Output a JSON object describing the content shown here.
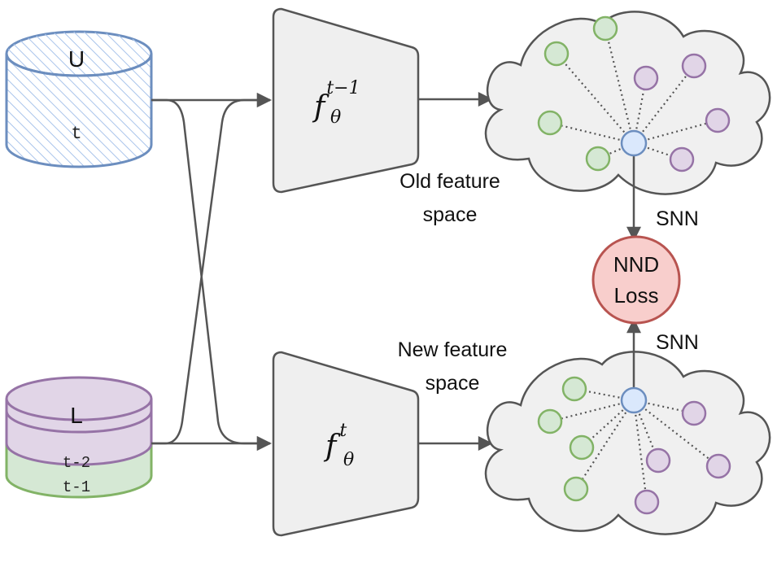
{
  "colors": {
    "stroke_dark": "#555555",
    "box_fill": "#efefef",
    "cloud_fill": "#f0f0f0",
    "db_u_stroke": "#6c8ebf",
    "db_u_hatch": "#a9c4eb",
    "db_l_fill": "#e1d5e7",
    "db_l_stroke": "#9673a6",
    "db_l2_fill": "#d5e8d4",
    "db_l2_stroke": "#82b366",
    "green_node_fill": "#d5e8d4",
    "green_node_stroke": "#82b366",
    "purple_node_fill": "#e1d5e7",
    "purple_node_stroke": "#9673a6",
    "center_node_fill": "#dae8fc",
    "center_node_stroke": "#6c8ebf",
    "loss_fill": "#f8cecc",
    "loss_stroke": "#b85450"
  },
  "database_u": {
    "label": "U",
    "sublabel": "t"
  },
  "database_l": {
    "label": "L",
    "layer_top": "t-2",
    "layer_bottom": "t-1"
  },
  "encoder_old": {
    "base": "f",
    "sub": "θ",
    "sup": "t−1"
  },
  "encoder_new": {
    "base": "f",
    "sub": "θ",
    "sup": "t"
  },
  "old_space_label": {
    "line1": "Old feature",
    "line2": "space"
  },
  "new_space_label": {
    "line1": "New feature",
    "line2": "space"
  },
  "loss": {
    "line1": "NND",
    "line2": "Loss"
  },
  "snn_top": "SNN",
  "snn_bottom": "SNN",
  "icons": {
    "database": "cylinder-database-icon",
    "encoder": "trapezoid-encoder-icon",
    "cloud": "feature-cloud-icon"
  }
}
